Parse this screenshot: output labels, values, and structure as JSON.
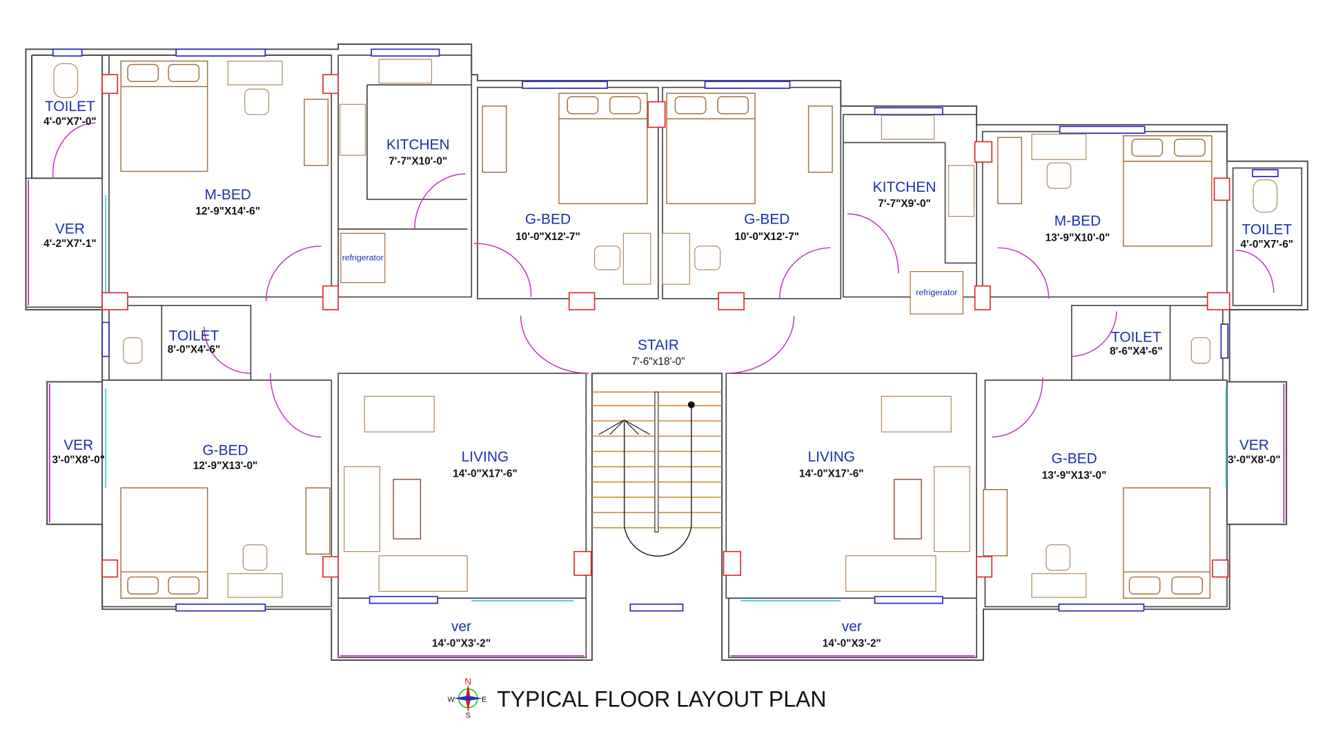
{
  "title": "TYPICAL FLOOR LAYOUT PLAN",
  "compass": {
    "n": "N",
    "s": "S",
    "e": "E",
    "w": "W"
  },
  "rooms": {
    "toilet_tl": {
      "name": "TOILET",
      "dims": "4'-0\"X7'-0\""
    },
    "ver_tl": {
      "name": "VER",
      "dims": "4'-2\"X7'-1\""
    },
    "mbed_l": {
      "name": "M-BED",
      "dims": "12'-9\"X14'-6\""
    },
    "kitchen_l": {
      "name": "KITCHEN",
      "dims": "7'-7\"X10'-0\""
    },
    "gbed_ul": {
      "name": "G-BED",
      "dims": "10'-0\"X12'-7\""
    },
    "gbed_ur": {
      "name": "G-BED",
      "dims": "10'-0\"X12'-7\""
    },
    "kitchen_r": {
      "name": "KITCHEN",
      "dims": "7'-7\"X9'-0\""
    },
    "mbed_r": {
      "name": "M-BED",
      "dims": "13'-9\"X10'-0\""
    },
    "toilet_tr": {
      "name": "TOILET",
      "dims": "4'-0\"X7'-6\""
    },
    "toilet_ml": {
      "name": "TOILET",
      "dims": "8'-0\"X4'-6\""
    },
    "stair": {
      "name": "STAIR",
      "dims": "7'-6\"x18'-0\""
    },
    "toilet_mr": {
      "name": "TOILET",
      "dims": "8'-6\"X4'-6\""
    },
    "ver_bl": {
      "name": "VER",
      "dims": "3'-0\"X8'-0\""
    },
    "gbed_ll": {
      "name": "G-BED",
      "dims": "12'-9\"X13'-0\""
    },
    "living_l": {
      "name": "LIVING",
      "dims": "14'-0\"X17'-6\""
    },
    "verb_l": {
      "name": "ver",
      "dims": "14'-0\"X3'-2\""
    },
    "living_r": {
      "name": "LIVING",
      "dims": "14'-0\"X17'-6\""
    },
    "verb_r": {
      "name": "ver",
      "dims": "14'-0\"X3'-2\""
    },
    "gbed_lr": {
      "name": "G-BED",
      "dims": "13'-9\"X13'-0\""
    },
    "ver_br": {
      "name": "VER",
      "dims": "3'-0\"X8'-0\""
    }
  },
  "fixtures": {
    "refrigerator": "refrigerator"
  },
  "colors": {
    "label": "#1a2fb0",
    "door": "#c030c0",
    "window": "#2a2ac0",
    "column": "#e02020",
    "furniture": "#a0703a"
  }
}
